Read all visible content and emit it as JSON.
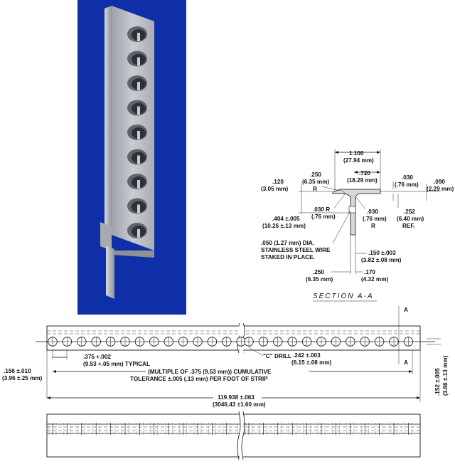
{
  "section": {
    "title": "SECTION  A-A",
    "d_width_in": "1.100",
    "d_width_mm": "(27.94 mm)",
    "d_720_in": ".720",
    "d_720_mm": "(18.29 mm)",
    "d_030_in": ".030",
    "d_030_mm": "(.76 mm)",
    "d_090_in": ".090",
    "d_090_mm": "(2.29 mm)",
    "d_120_in": ".120",
    "d_120_mm": "(3.05 mm)",
    "d_250r_in": ".250",
    "d_250r_mm": "(6.35 mm)",
    "d_250r_r": "R",
    "d_030r_in": ".030 R",
    "d_030r_mm": "(.76 mm)",
    "d_030b_in": ".030",
    "d_030b_mm": "(.76 mm)",
    "d_030b_r": "R",
    "d_252_in": ".252",
    "d_252_mm": "(6.40 mm)",
    "d_252_ref": "REF.",
    "d_404_in": ".404 ±.005",
    "d_404_mm": "(10.26 ±.13 mm)",
    "wire_1": ".050 (1.27 mm) DIA.",
    "wire_2": "STAINLESS STEEL WIRE",
    "wire_3": "STAKED IN PLACE.",
    "d_150_in": ".150 ±.003",
    "d_150_mm": "(3.82 ±.08 mm)",
    "d_250b_in": ".250",
    "d_250b_mm": "(6.35 mm)",
    "d_170_in": ".170",
    "d_170_mm": "(4.32 mm)"
  },
  "strip": {
    "section_marker": "A",
    "d_375_in": ".375 +.002",
    "d_375_mm": "(9.53 +.05 mm) TYPICAL",
    "drill_label": "\"C\" DRILL",
    "d_242_in": ".242 ±.003",
    "d_242_mm": "(6.15 ±.08 mm)",
    "d_156_in": ".156 ±.010",
    "d_156_mm": "(3.96 ±.25 mm)",
    "d_152_in": ".152 ±.005",
    "d_152_mm": "(3.86 ±.13 mm)",
    "cumulative_1": "(MULTIPLE OF .375 (9.53 mm)) CUMULATIVE",
    "cumulative_2": "TOLERANCE ±.005 (.13 mm) PER FOOT OF STRIP",
    "d_total_in": "119.938 ±.063",
    "d_total_mm": "(3046.43 ±1.60 mm)"
  },
  "photo": {
    "hole_count": 9,
    "colors": {
      "background": "#0f2fa8",
      "metal": "#b8bcc2"
    }
  }
}
